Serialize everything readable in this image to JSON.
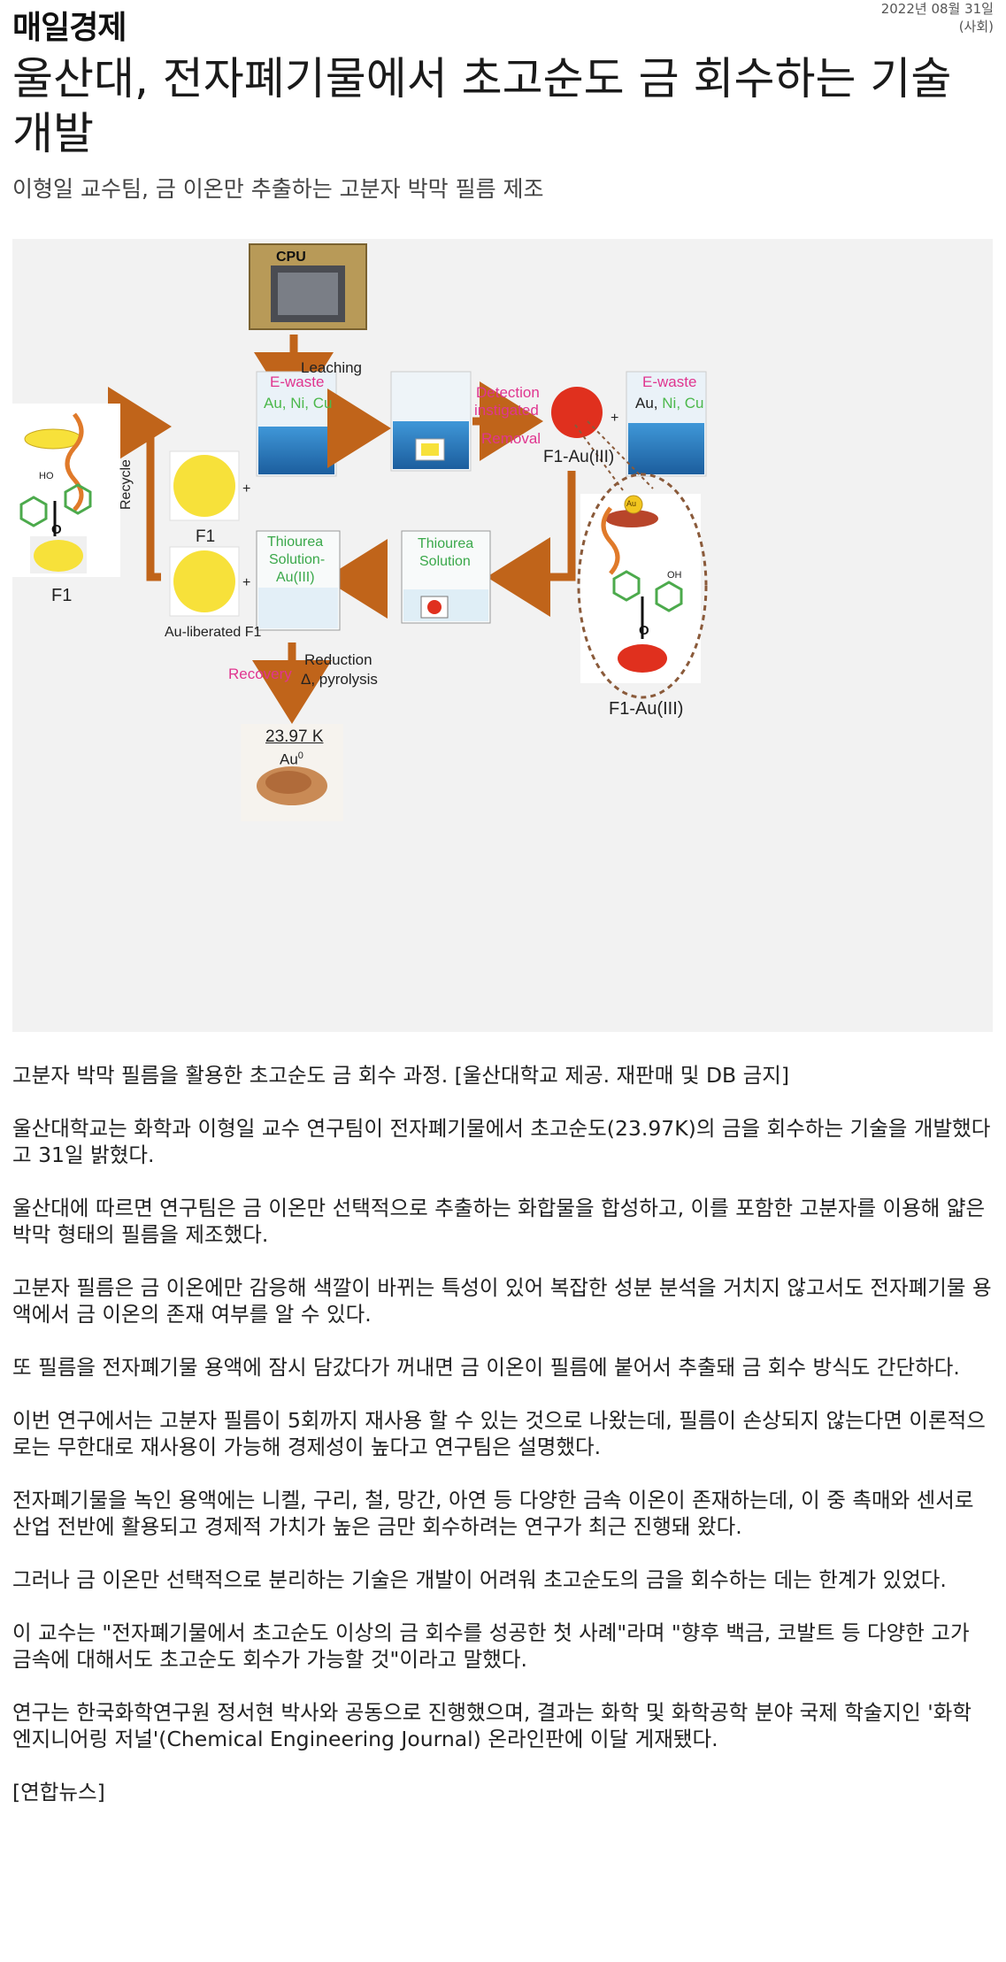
{
  "header": {
    "publication": "매일경제",
    "date": "2022년 08월 31일",
    "section": "(사회)"
  },
  "article": {
    "title": "울산대, 전자폐기물에서 초고순도 금 회수하는 기술 개발",
    "subtitle": "이형일 교수팀, 금 이온만 추출하는 고분자 박막 필름 제조",
    "caption": "고분자 박막 필름을 활용한 초고순도 금 회수 과정. [울산대학교 제공. 재판매 및 DB 금지]",
    "paragraphs": [
      "울산대학교는 화학과 이형일 교수 연구팀이 전자폐기물에서 초고순도(23.97K)의 금을 회수하는 기술을 개발했다고 31일 밝혔다.",
      "울산대에 따르면 연구팀은 금 이온만 선택적으로 추출하는 화합물을 합성하고, 이를 포함한 고분자를 이용해 얇은 박막 형태의 필름을 제조했다.",
      "고분자 필름은 금 이온에만 감응해 색깔이 바뀌는 특성이 있어 복잡한 성분 분석을 거치지 않고서도 전자폐기물 용액에서 금 이온의 존재 여부를 알 수 있다.",
      "또 필름을 전자폐기물 용액에 잠시 담갔다가 꺼내면 금 이온이 필름에 붙어서 추출돼 금 회수 방식도 간단하다.",
      "이번 연구에서는 고분자 필름이 5회까지 재사용 할 수 있는 것으로 나왔는데, 필름이 손상되지 않는다면 이론적으로는 무한대로 재사용이 가능해 경제성이 높다고 연구팀은 설명했다.",
      "전자폐기물을 녹인 용액에는 니켈, 구리, 철, 망간, 아연 등 다양한 금속 이온이 존재하는데, 이 중 촉매와 센서로 산업 전반에 활용되고 경제적 가치가 높은 금만 회수하려는 연구가 최근 진행돼 왔다.",
      "그러나 금 이온만 선택적으로 분리하는 기술은 개발이 어려워 초고순도의 금을 회수하는 데는 한계가 있었다.",
      "이 교수는 \"전자폐기물에서 초고순도 이상의 금 회수를 성공한 첫 사례\"라며 \"향후 백금, 코발트 등 다양한 고가 금속에 대해서도 초고순도 회수가 가능할 것\"이라고 말했다.",
      "연구는 한국화학연구원 정서현 박사와 공동으로 진행했으며, 결과는 화학 및 화학공학 분야 국제 학술지인 '화학 엔지니어링 저널'(Chemical Engineering Journal) 온라인판에 이달 게재됐다."
    ],
    "source": "[연합뉴스]"
  },
  "figure": {
    "cpu": "CPU",
    "leaching": "Leaching",
    "ewaste": "E-waste",
    "metals_green": "Au, Ni, Cu",
    "metals_au": "Au,",
    "metals_ni": "Ni,",
    "metals_cu": "Cu",
    "detection": "Detection",
    "instigated": "instigated",
    "removal": "Removal",
    "f1": "F1",
    "f1_left": "F1",
    "f1_au": "F1-Au(III)",
    "f1_au_right": "F1-Au(III)",
    "recycle": "Recycle",
    "thiourea1": "Thiourea",
    "solution1": "Solution-",
    "au3": "Au(III)",
    "thiourea2": "Thiourea",
    "solution2": "Solution",
    "liberated": "Au-liberated F1",
    "recovery": "Recovery",
    "reduction": "Reduction",
    "pyrolysis": "Δ, pyrolysis",
    "purity": "23.97 K",
    "au0": "Au",
    "au0_sup": "0",
    "ho": "HO",
    "oh": "OH",
    "o1": "O",
    "o2": "O",
    "au_bead": "Au",
    "plus": "+",
    "colors": {
      "arrow": "#c0641a",
      "ewaste_pink": "#e0358f",
      "metal_green": "#4cb84c",
      "thiourea_green": "#3aa84a",
      "film_yellow": "#f7e13a",
      "film_red": "#e0301e",
      "liquid_blue": "#2f7fc6"
    }
  }
}
